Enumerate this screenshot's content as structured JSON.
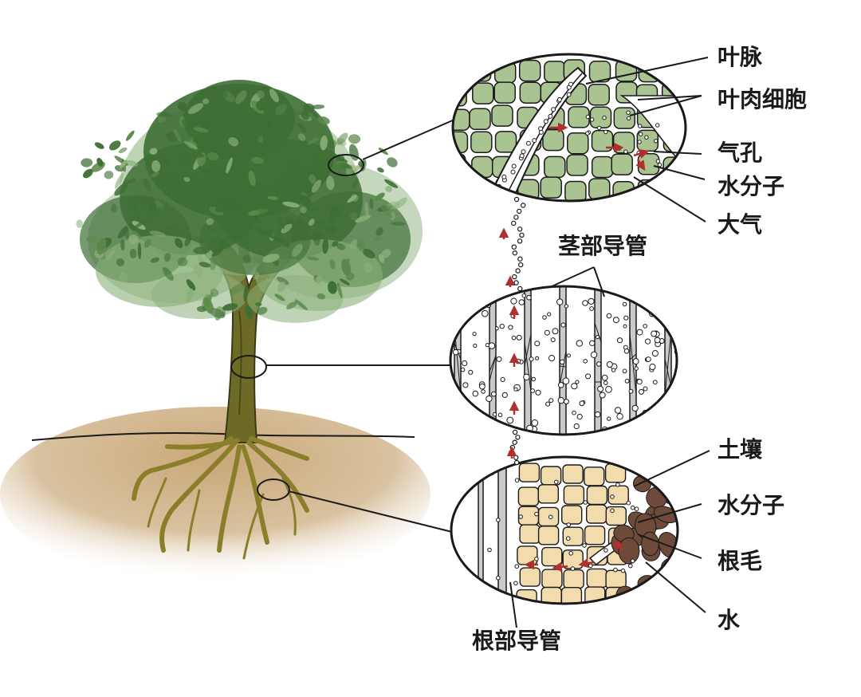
{
  "labels": {
    "leaf_vein": "叶脉",
    "mesophyll": "叶肉细胞",
    "stoma": "气孔",
    "water_molecule_leaf": "水分子",
    "atmosphere": "大气",
    "stem_vessel": "茎部导管",
    "soil": "土壤",
    "water_molecule_root": "水分子",
    "root_hair": "根毛",
    "water": "水",
    "root_vessel": "根部导管"
  },
  "colors": {
    "leaf_cell": "#a9c490",
    "canopy_dark": "#3d6e34",
    "canopy_light": "#8bb07a",
    "trunk": "#6b6a26",
    "root": "#b3a43a",
    "soil": "#d2b48c",
    "root_cell": "#f2dcae",
    "soil_particle": "#6e4a3a",
    "arrow": "#b03030",
    "outline": "#1a1a1a"
  }
}
